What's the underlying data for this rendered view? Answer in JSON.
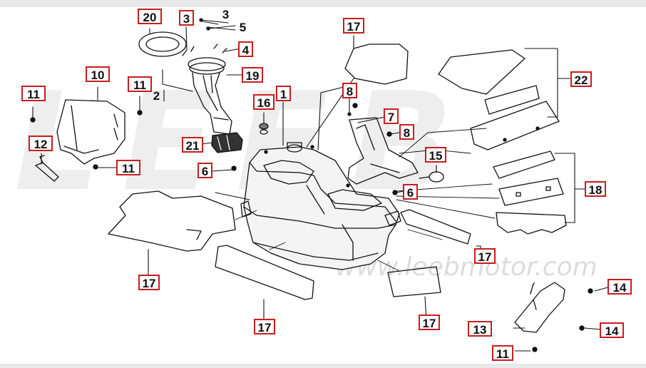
{
  "diagram": {
    "brand_watermark": "LEEB",
    "url_watermark": "www.leebmotor.com",
    "colors": {
      "callout_border": "#c81d1d",
      "line": "#111111",
      "watermark": "#d9d9d9"
    }
  },
  "callouts": [
    {
      "id": "c20",
      "label": "20"
    },
    {
      "id": "c3a",
      "label": "3"
    },
    {
      "id": "c3b",
      "label": "3"
    },
    {
      "id": "c5",
      "label": "5"
    },
    {
      "id": "c4",
      "label": "4"
    },
    {
      "id": "c19",
      "label": "19"
    },
    {
      "id": "c2",
      "label": "2"
    },
    {
      "id": "c10",
      "label": "10"
    },
    {
      "id": "c11a",
      "label": "11"
    },
    {
      "id": "c11b",
      "label": "11"
    },
    {
      "id": "c12",
      "label": "12"
    },
    {
      "id": "c11c",
      "label": "11"
    },
    {
      "id": "c16",
      "label": "16"
    },
    {
      "id": "c1",
      "label": "1"
    },
    {
      "id": "c21",
      "label": "21"
    },
    {
      "id": "c6a",
      "label": "6"
    },
    {
      "id": "c17a",
      "label": "17"
    },
    {
      "id": "c8a",
      "label": "8"
    },
    {
      "id": "c7",
      "label": "7"
    },
    {
      "id": "c8b",
      "label": "8"
    },
    {
      "id": "c15",
      "label": "15"
    },
    {
      "id": "c6b",
      "label": "6"
    },
    {
      "id": "c22",
      "label": "22"
    },
    {
      "id": "c18",
      "label": "18"
    },
    {
      "id": "c17b",
      "label": "17"
    },
    {
      "id": "c17c",
      "label": "17"
    },
    {
      "id": "c17d",
      "label": "17"
    },
    {
      "id": "c17e",
      "label": "17"
    },
    {
      "id": "c14a",
      "label": "14"
    },
    {
      "id": "c14b",
      "label": "14"
    },
    {
      "id": "c13",
      "label": "13"
    },
    {
      "id": "c11d",
      "label": "11"
    }
  ]
}
